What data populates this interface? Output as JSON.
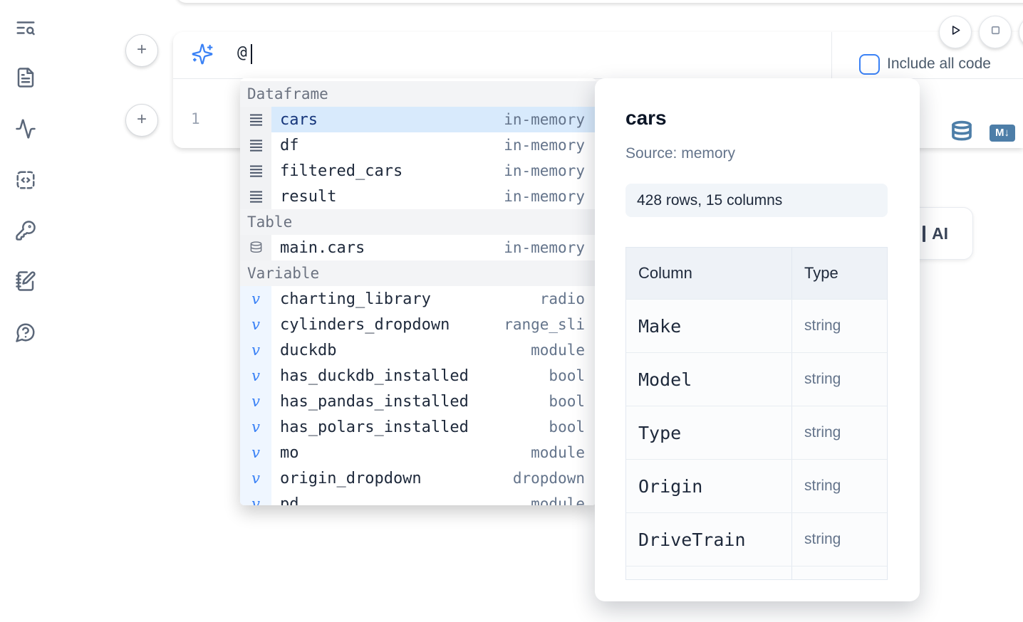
{
  "sidebar": {
    "icons": [
      "text-search",
      "file-text",
      "activity",
      "code-snippets",
      "key",
      "notebook-pen",
      "help"
    ]
  },
  "run_controls": {
    "play_icon": "play",
    "stop_icon": "stop",
    "extra_icon": "partially-visible-circle-button"
  },
  "add_cell_buttons": {
    "top_label": "+",
    "bottom_label": "+"
  },
  "ai_prompt": {
    "sparkles_icon": "sparkles",
    "value": "@",
    "include_all_code": {
      "label": "Include all code",
      "checked": false
    }
  },
  "code_cell": {
    "line_number": "1",
    "database_icon": "database",
    "markdown_badge": "M↓"
  },
  "autocomplete": {
    "sections": [
      {
        "label": "Dataframe",
        "icon": "rows",
        "items": [
          {
            "name": "cars",
            "type": "in-memory",
            "selected": true
          },
          {
            "name": "df",
            "type": "in-memory"
          },
          {
            "name": "filtered_cars",
            "type": "in-memory"
          },
          {
            "name": "result",
            "type": "in-memory"
          }
        ]
      },
      {
        "label": "Table",
        "icon": "database",
        "items": [
          {
            "name": "main.cars",
            "type": "in-memory"
          }
        ]
      },
      {
        "label": "Variable",
        "icon": "variable-v",
        "items": [
          {
            "name": "charting_library",
            "type": "radio"
          },
          {
            "name": "cylinders_dropdown",
            "type": "range_sli"
          },
          {
            "name": "duckdb",
            "type": "module"
          },
          {
            "name": "has_duckdb_installed",
            "type": "bool"
          },
          {
            "name": "has_pandas_installed",
            "type": "bool"
          },
          {
            "name": "has_polars_installed",
            "type": "bool"
          },
          {
            "name": "mo",
            "type": "module"
          },
          {
            "name": "origin_dropdown",
            "type": "dropdown"
          },
          {
            "name": "pd",
            "type": "module",
            "clipped": true
          }
        ]
      }
    ]
  },
  "preview_panel": {
    "title": "cars",
    "source": "Source: memory",
    "shape_badge": "428 rows, 15 columns",
    "schema_table": {
      "headers": [
        "Column",
        "Type"
      ],
      "rows": [
        {
          "column": "Make",
          "type": "string"
        },
        {
          "column": "Model",
          "type": "string"
        },
        {
          "column": "Type",
          "type": "string"
        },
        {
          "column": "Origin",
          "type": "string"
        },
        {
          "column": "DriveTrain",
          "type": "string"
        }
      ],
      "partially_visible_extra_row": true
    }
  },
  "ai_button": {
    "visible_label": "AI"
  },
  "colors": {
    "accent": "#3b82f6",
    "tool_icon_blue": "#4d7ea8",
    "selected_row_bg": "#d8eafc",
    "section_header_bg": "#f3f4f6",
    "variable_gutter_bg": "#eff6ff",
    "muted_text": "#64748b",
    "dark_text": "#1e293b"
  }
}
